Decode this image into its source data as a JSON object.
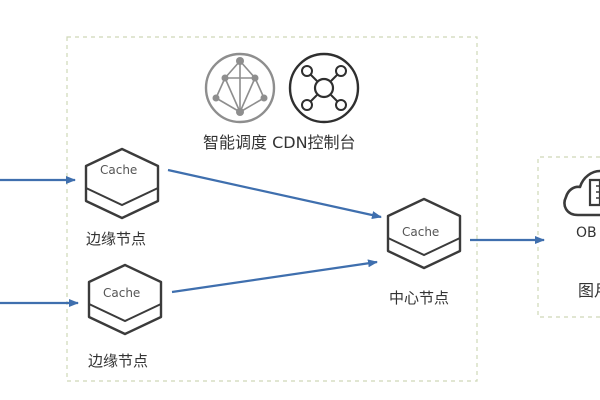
{
  "console": {
    "title": "智能调度 CDN控制台"
  },
  "edge_nodes": [
    {
      "cache_label": "Cache",
      "name": "边缘节点"
    },
    {
      "cache_label": "Cache",
      "name": "边缘节点"
    }
  ],
  "center_node": {
    "cache_label": "Cache",
    "name": "中心节点"
  },
  "origin": {
    "obs_label": "OB",
    "name": "图月"
  },
  "colors": {
    "arrow": "#3f6fae",
    "node_border": "#3b3b3b",
    "dashed_border": "#cfd8b8",
    "icon_gray": "#8e8e8e"
  }
}
